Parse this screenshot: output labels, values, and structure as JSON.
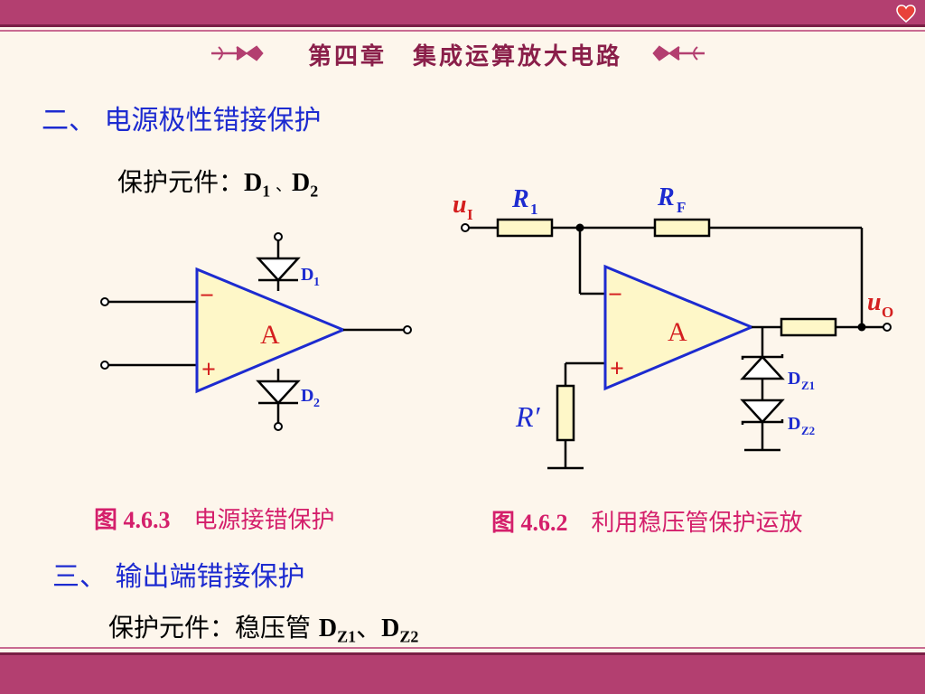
{
  "header": {
    "chapter": "第四章　集成运算放大电路"
  },
  "section2": {
    "heading": "二、 电源极性错接保护",
    "elements_prefix": "保护元件：",
    "d1": "D",
    "d1_sub": "1",
    "sep": " 、",
    "d2": "D",
    "d2_sub": "2"
  },
  "fig_left": {
    "caption_num": "图 4.6.3",
    "caption_text": "电源接错保护",
    "amp_label": "A",
    "minus": "−",
    "plus": "+",
    "d1": "D",
    "d1_sub": "1",
    "d2": "D",
    "d2_sub": "2"
  },
  "fig_right": {
    "caption_num": "图 4.6.2",
    "caption_text": "利用稳压管保护运放",
    "amp_label": "A",
    "minus": "−",
    "plus": "+",
    "ui": "u",
    "ui_sub": "I",
    "uo": "u",
    "uo_sub": "O",
    "r1": "R",
    "r1_sub": "1",
    "rf": "R",
    "rf_sub": "F",
    "rprime": "R′",
    "dz1": "D",
    "dz1_sub": "Z1",
    "dz2": "D",
    "dz2_sub": "Z2"
  },
  "section3": {
    "heading": "三、 输出端错接保护",
    "elements_prefix": "保护元件：稳压管 ",
    "dz1": "D",
    "dz1_sub": "Z1",
    "sep": "、",
    "dz2": "D",
    "dz2_sub": "Z2"
  },
  "colors": {
    "bar": "#b33f70",
    "heading": "#1d2bd0",
    "caption": "#d41f6b",
    "amp_fill": "#fef7c8",
    "amp_stroke": "#1d2bd0",
    "symbol_red": "#d41f1f"
  },
  "icons": {
    "corner": "heart-icon",
    "title_deco": "arrow-ornament-icon"
  }
}
